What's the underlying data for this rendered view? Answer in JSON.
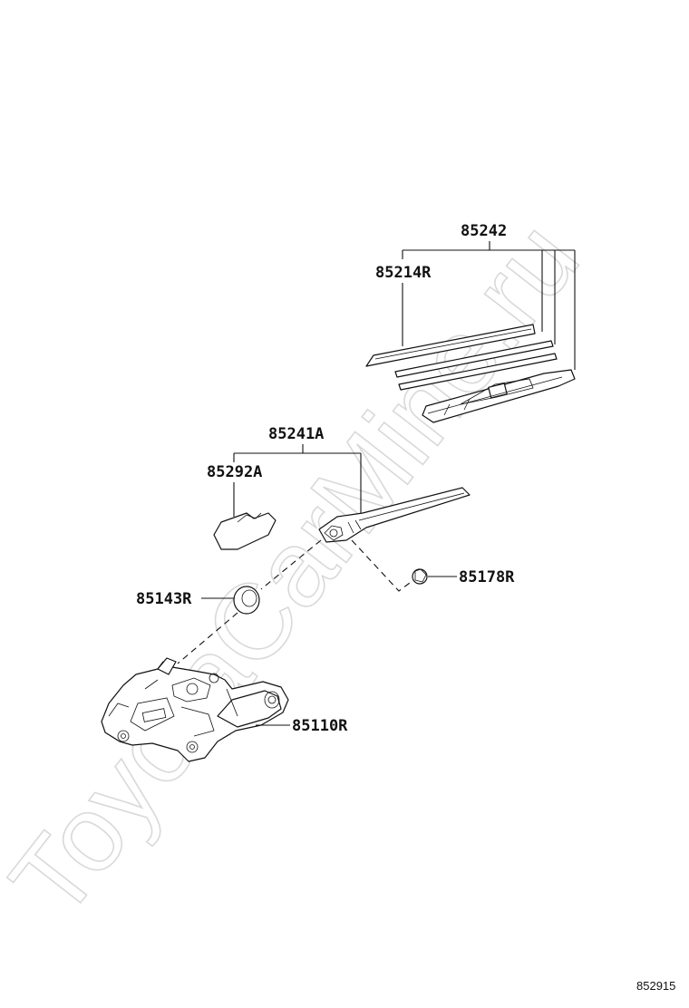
{
  "watermark": "ToyotaCarMine.ru",
  "parts": {
    "blade_assembly": "85242",
    "blade_rubber": "85214R",
    "arm_assembly": "85241A",
    "arm_cap": "85292A",
    "pivot_nut": "85178R",
    "pivot_cover": "85143R",
    "motor_assembly": "85110R"
  },
  "figure_ref": "852915"
}
